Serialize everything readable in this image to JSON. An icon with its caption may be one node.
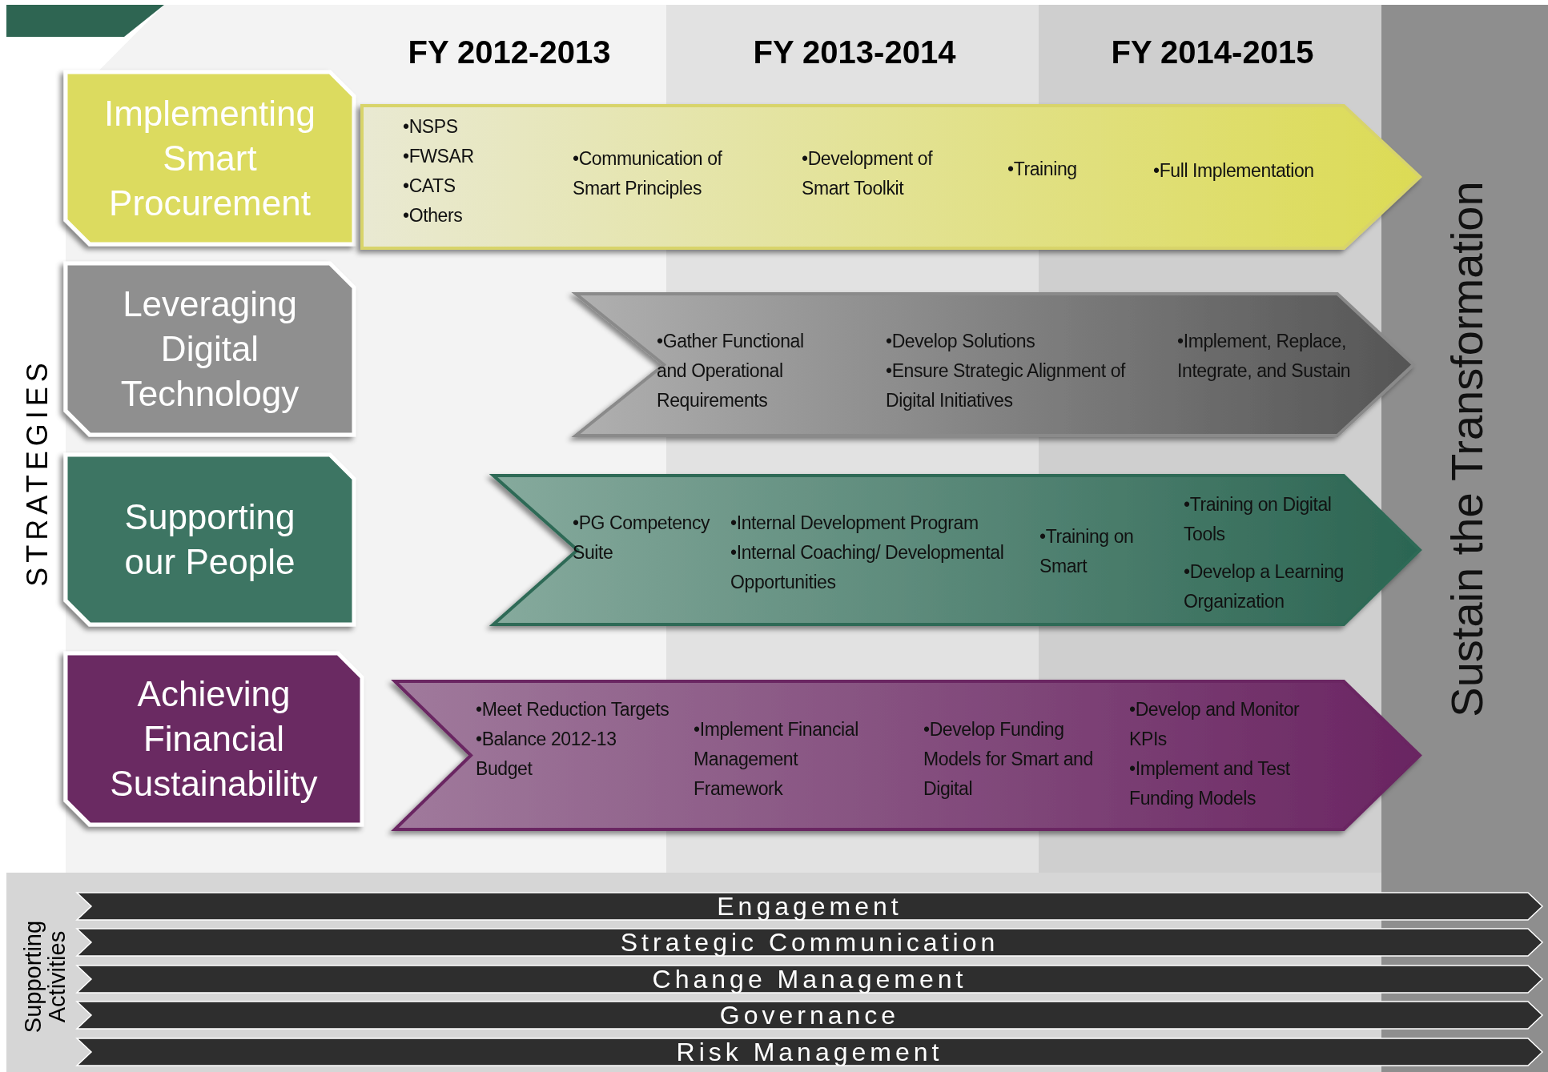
{
  "diagram": {
    "nodes": [
      {
        "text": [
          "Implementing Smart Procurement"
        ]
      },
      {
        "text": [
          "Leveraging Digital Technology"
        ]
      },
      {
        "text": [
          "Supporting our People"
        ]
      },
      {
        "text": [
          "Achieving Financial Sustainability"
        ]
      },
      {
        "text": [
          "•NSPS",
          "•FWSAR",
          "•CATS",
          "•Others",
          "•Communication of Smart Principles",
          "•Development of Smart Toolkit",
          "•Training",
          "•Full Implementation"
        ]
      },
      {
        "text": [
          "•Gather Functional and Operational Requirements",
          "•Develop Solutions",
          "•Ensure Strategic Alignment of Digital Initiatives",
          "•Implement, Replace, Integrate, and Sustain"
        ]
      },
      {
        "text": [
          "•PG Competency Suite",
          "•Internal Development Program",
          "•Internal Coaching/ Developmental Opportunities",
          "•Training on Smart",
          "•Training on Digital Tools",
          "•Develop a Learning Organization"
        ]
      },
      {
        "text": [
          "•Meet Reduction Targets",
          "•Balance 2012-13 Budget",
          "•Implement Financial Management Framework",
          "•Develop Funding Models for Smart and Digital",
          "•Develop and Monitor KPIs",
          "•Implement and Test Funding Models"
        ]
      },
      {
        "text": [
          "Sustain the Transformation"
        ]
      },
      {
        "text": [
          "Engagement"
        ]
      },
      {
        "text": [
          "Strategic Communication"
        ]
      },
      {
        "text": [
          "Change Management"
        ]
      },
      {
        "text": [
          "Governance"
        ]
      },
      {
        "text": [
          "Risk Management"
        ]
      }
    ],
    "labels": [
      "FY 2012-2013",
      "FY 2013-2014",
      "FY 2014-2015",
      "STRATEGIES",
      "Supporting Activities"
    ]
  }
}
